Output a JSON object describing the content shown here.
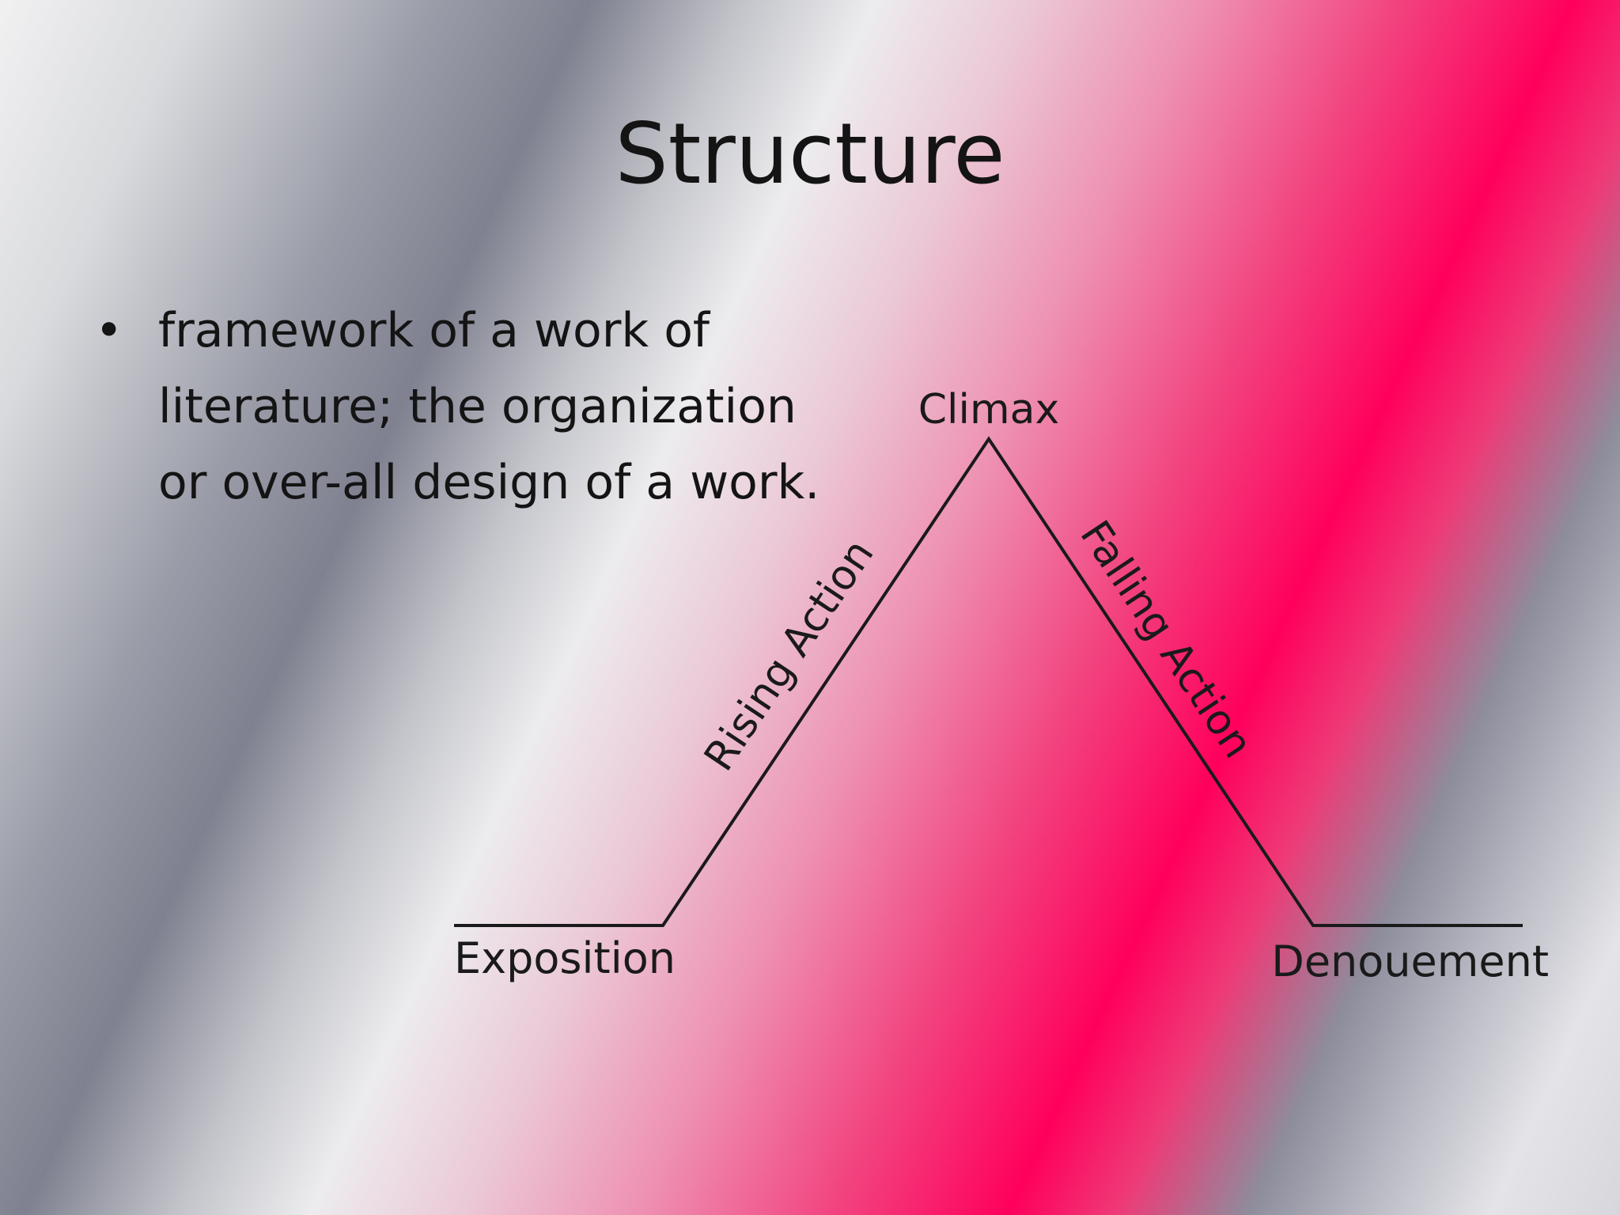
{
  "slide": {
    "title": "Structure",
    "bullets": [
      {
        "marker": "•",
        "text": "framework of a work of literature; the organization or over-all design of a work."
      }
    ]
  },
  "plot_diagram": {
    "stages": {
      "exposition": "Exposition",
      "rising_action": "Rising Action",
      "climax": "Climax",
      "falling_action": "Falling Action",
      "denouement": "Denouement"
    },
    "line_color": "#1a1a1a"
  },
  "colors": {
    "text": "#141414",
    "accent_pink": "#ff005c",
    "accent_gray": "#7f8190"
  }
}
